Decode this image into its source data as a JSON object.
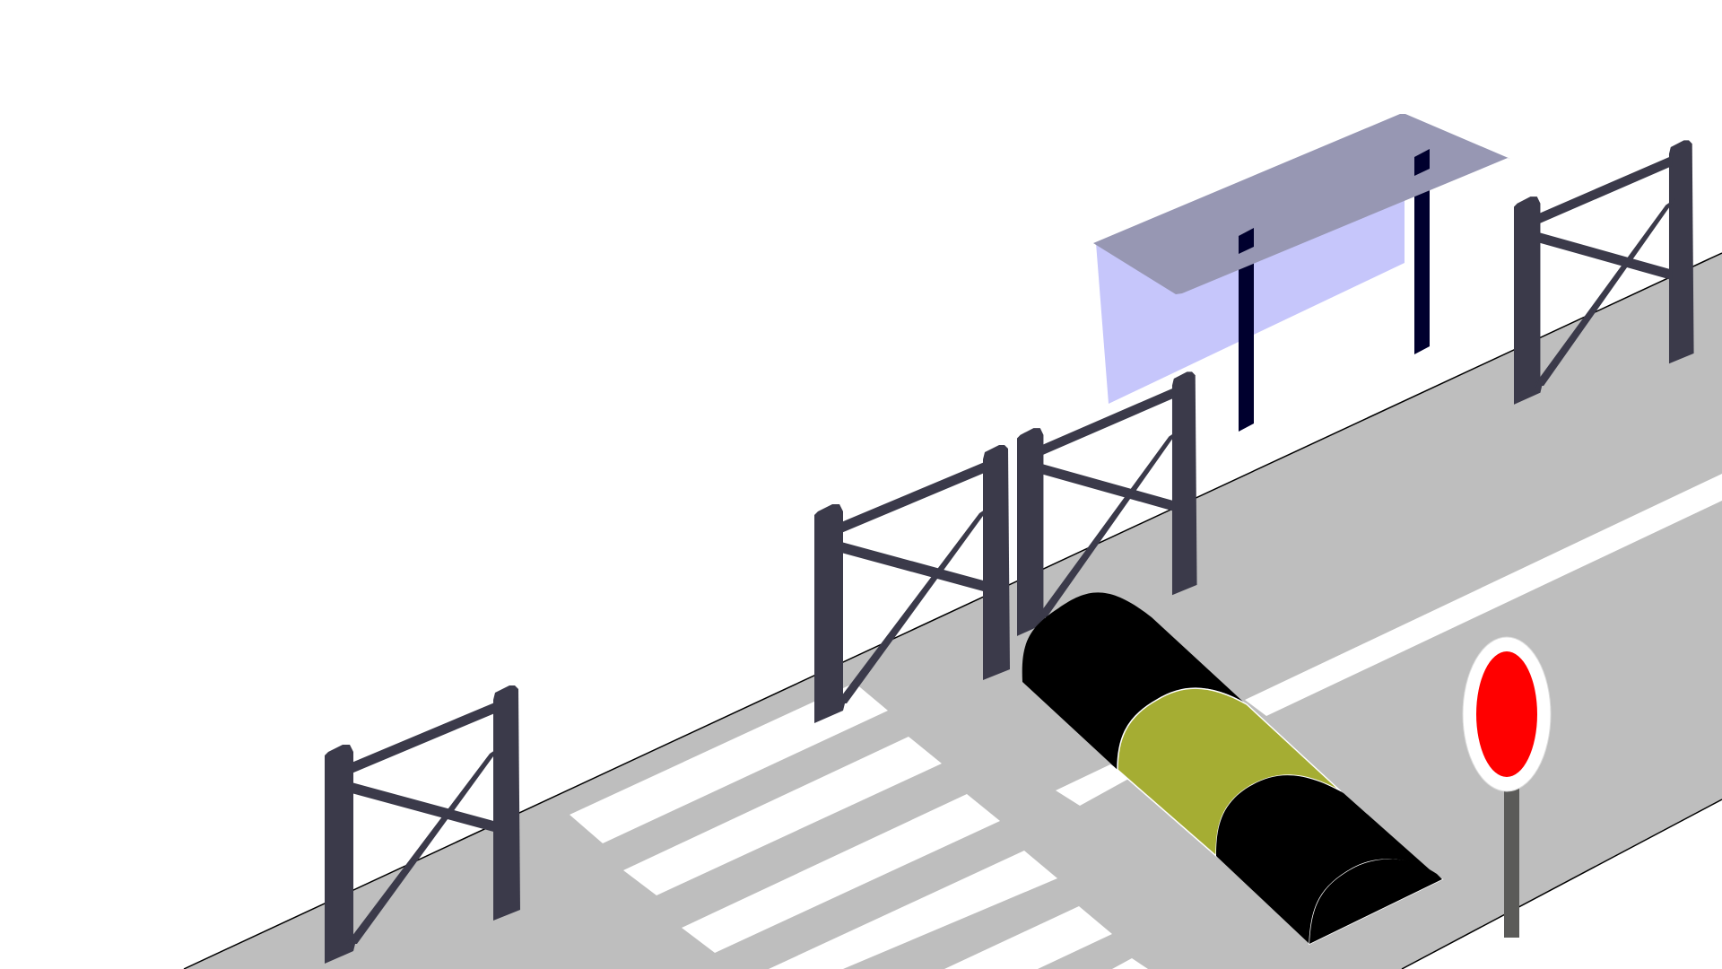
{
  "scene": {
    "description_label": "",
    "elements": {
      "road": "road",
      "crosswalk": "crosswalk",
      "speed_bump": "speed-bump",
      "bus_shelter": "bus-shelter",
      "fences": "barrier-fence",
      "sign": "traffic-sign"
    }
  },
  "colors": {
    "background": "#ffffff",
    "road": "#bebebe",
    "road_edge": "#000000",
    "markings": "#ffffff",
    "fence": "#3b3a4a",
    "shelter_roof": "#9797b3",
    "shelter_glass": "#c6c6fb",
    "shelter_post": "#00002e",
    "bump_dark": "#000000",
    "bump_yellow": "#a5ad33",
    "sign_red": "#ff0000",
    "sign_white": "#ffffff",
    "sign_pole": "#5b5b59"
  }
}
